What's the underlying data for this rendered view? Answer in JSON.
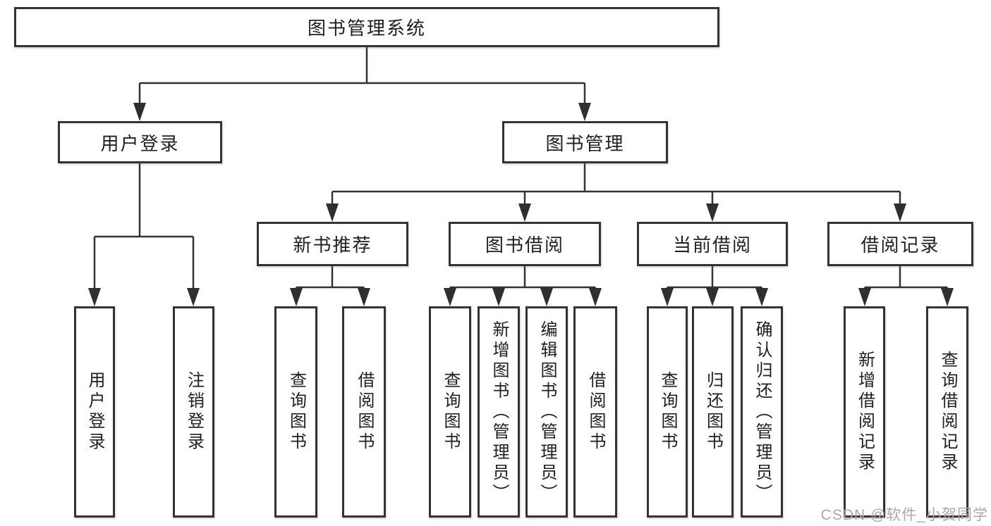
{
  "tree": {
    "root": {
      "label": "图书管理系统",
      "children": [
        {
          "label": "用户登录",
          "children": [
            {
              "label": "用户登录"
            },
            {
              "label": "注销登录"
            }
          ]
        },
        {
          "label": "图书管理",
          "children": [
            {
              "label": "新书推荐",
              "children": [
                {
                  "label": "查询图书"
                },
                {
                  "label": "借阅图书"
                }
              ]
            },
            {
              "label": "图书借阅",
              "children": [
                {
                  "label": "查询图书"
                },
                {
                  "label": "新增图书（管理员）"
                },
                {
                  "label": "编辑图书（管理员）"
                },
                {
                  "label": "借阅图书"
                }
              ]
            },
            {
              "label": "当前借阅",
              "children": [
                {
                  "label": "查询图书"
                },
                {
                  "label": "归还图书"
                },
                {
                  "label": "确认归还（管理员）"
                }
              ]
            },
            {
              "label": "借阅记录",
              "children": [
                {
                  "label": "新增借阅记录"
                },
                {
                  "label": "查询借阅记录"
                }
              ]
            }
          ]
        }
      ]
    }
  },
  "watermark": {
    "text": "CSDN @软件_小贺同学"
  },
  "colors": {
    "line": "#333333",
    "text": "#1f1f1f",
    "watermark": "#a8a8ac"
  }
}
